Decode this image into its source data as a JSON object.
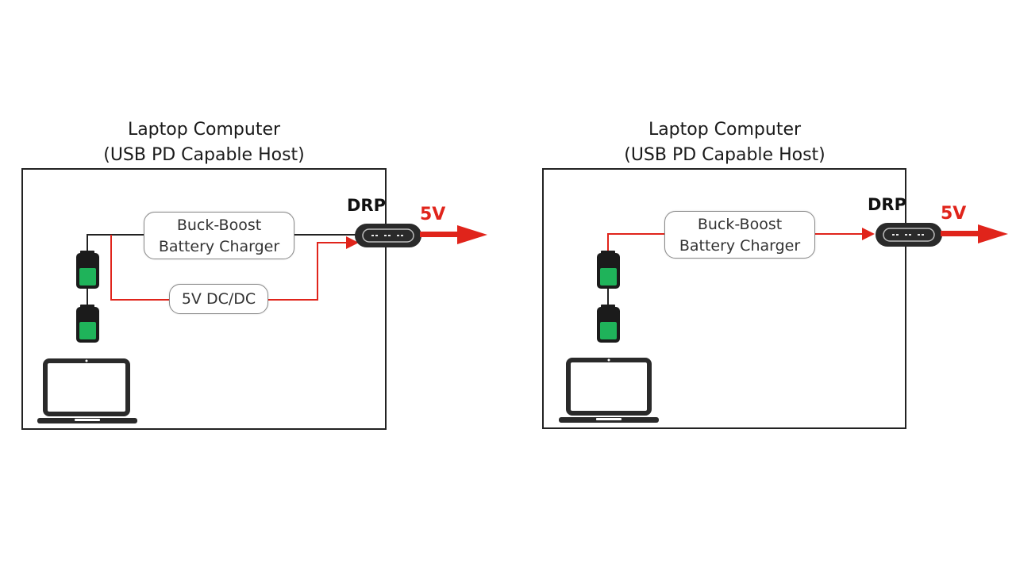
{
  "colors": {
    "power_path": "#e0241b",
    "wire": "#222222",
    "battery_fill": "#1fb35a",
    "battery_body": "#1b1b1b",
    "connector": "#2a2a2a"
  },
  "left_panel": {
    "title_line1": "Laptop Computer",
    "title_line2": "(USB PD Capable Host)",
    "charger_line1": "Buck-Boost",
    "charger_line2": "Battery Charger",
    "dcdc_label": "5V DC/DC",
    "port_label": "DRP",
    "output_label": "5V",
    "icons": [
      "battery-icon",
      "battery-icon",
      "laptop-icon",
      "usb-c-port-icon",
      "output-arrow-icon"
    ]
  },
  "right_panel": {
    "title_line1": "Laptop Computer",
    "title_line2": "(USB PD Capable Host)",
    "charger_line1": "Buck-Boost",
    "charger_line2": "Battery Charger",
    "port_label": "DRP",
    "output_label": "5V",
    "icons": [
      "battery-icon",
      "battery-icon",
      "laptop-icon",
      "usb-c-port-icon",
      "output-arrow-icon"
    ]
  }
}
